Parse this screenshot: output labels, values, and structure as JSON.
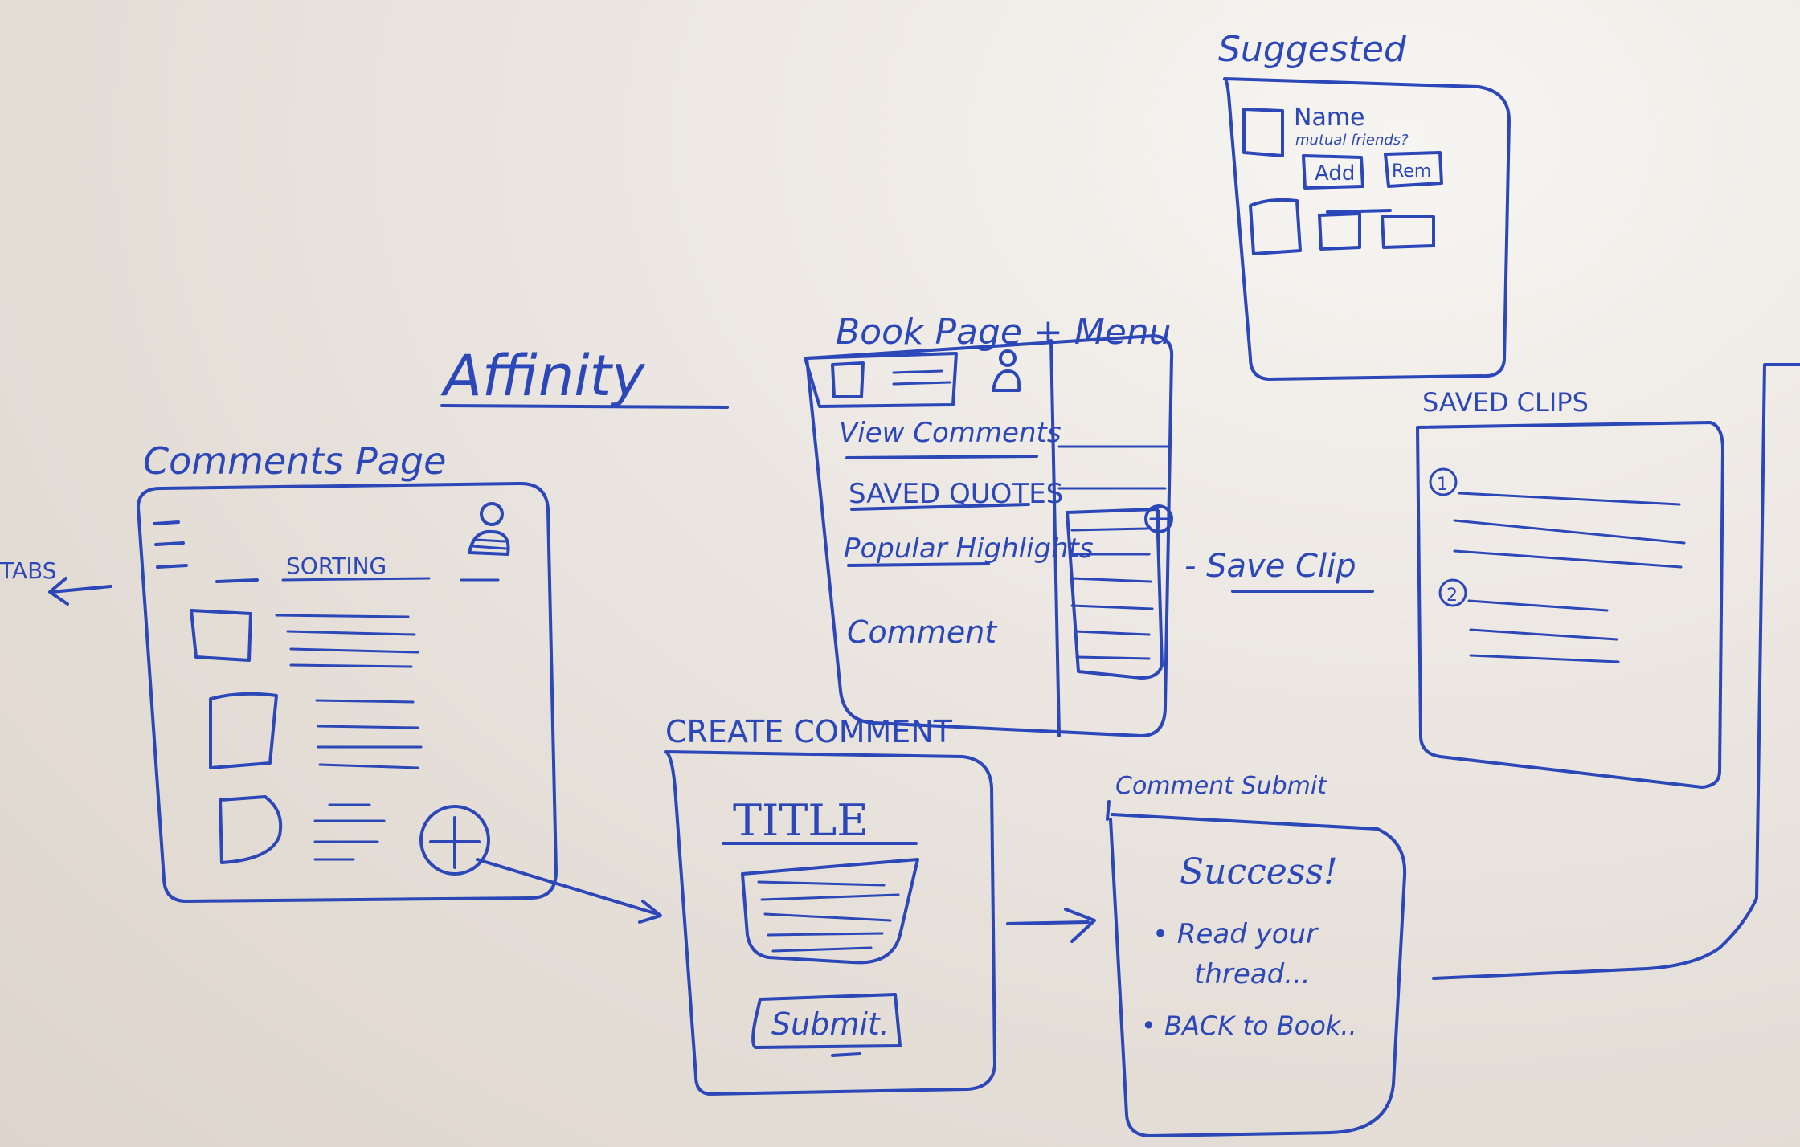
{
  "accent_color": "#2b47b8",
  "board_color": "#e8e2dc",
  "title": "Affinity",
  "tabs_note": "TABS",
  "comments_page": {
    "heading": "Comments Page",
    "sorting": "SORTING"
  },
  "book_page": {
    "heading": "Book Page + Menu",
    "menu": [
      "View Comments",
      "SAVED QUOTES",
      "Popular Highlights",
      "Comment"
    ]
  },
  "save_clip": "- Save Clip",
  "suggested": {
    "heading": "Suggested",
    "name": "Name",
    "mutual": "mutual friends?",
    "add": "Add",
    "remove": "Rem"
  },
  "saved_clips": {
    "heading": "SAVED CLIPS",
    "items": [
      "1",
      "2"
    ]
  },
  "create_comment": {
    "heading": "CREATE COMMENT",
    "title_field": "TITLE",
    "submit": "Submit."
  },
  "comment_submit": {
    "heading": "Comment Submit",
    "success": "Success!",
    "option1_a": "• Read your",
    "option1_b": "thread...",
    "option2": "• BACK to Book.."
  }
}
